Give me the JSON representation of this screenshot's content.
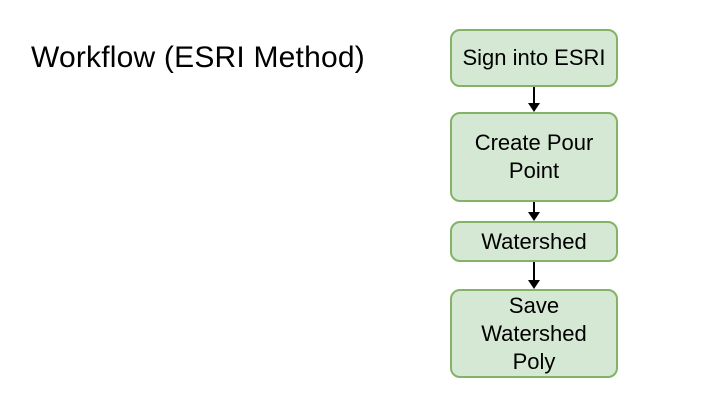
{
  "slide": {
    "title": "Workflow (ESRI Method)"
  },
  "colors": {
    "background": "#ffffff",
    "title_text": "#000000",
    "node_fill": "#d5e8d4",
    "node_border": "#82b366",
    "node_text": "#000000",
    "arrow": "#000000"
  },
  "flowchart": {
    "type": "flowchart",
    "direction": "top-to-bottom",
    "nodes": [
      {
        "id": "sign-into-esri",
        "label": "Sign into ESRI"
      },
      {
        "id": "create-pour-point",
        "label": "Create Pour\nPoint"
      },
      {
        "id": "watershed",
        "label": "Watershed"
      },
      {
        "id": "save-watershed-poly",
        "label": "Save\nWatershed\nPoly"
      }
    ],
    "edges": [
      {
        "from": "sign-into-esri",
        "to": "create-pour-point"
      },
      {
        "from": "create-pour-point",
        "to": "watershed"
      },
      {
        "from": "watershed",
        "to": "save-watershed-poly"
      }
    ]
  }
}
